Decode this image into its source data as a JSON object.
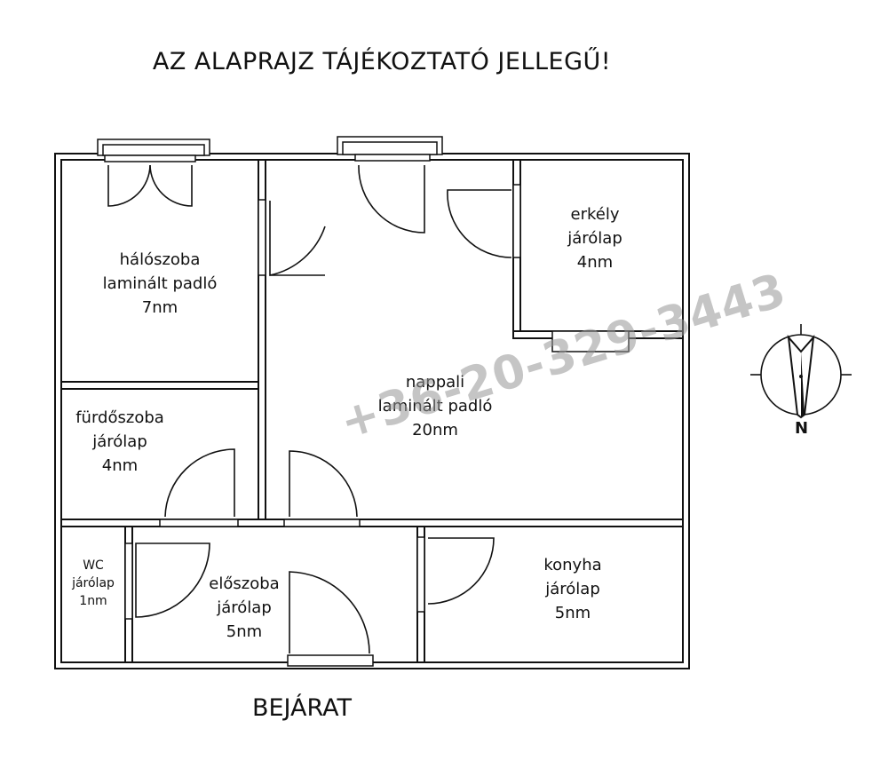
{
  "title": "AZ ALAPRAJZ TÁJÉKOZTATÓ JELLEGŰ!",
  "entrance_label": "BEJÁRAT",
  "watermark": "+36-20-329-3443",
  "compass": {
    "label": "N",
    "icon": "north-arrow-icon"
  },
  "rooms": {
    "haloszoba": {
      "name": "hálószoba",
      "floor": "laminált padló",
      "area": "7nm"
    },
    "furdoszoba": {
      "name": "fürdőszoba",
      "floor": "járólap",
      "area": "4nm"
    },
    "nappali": {
      "name": "nappali",
      "floor": "laminált padló",
      "area": "20nm"
    },
    "erkely": {
      "name": "erkély",
      "floor": "járólap",
      "area": "4nm"
    },
    "wc": {
      "name": "WC",
      "floor": "járólap",
      "area": "1nm"
    },
    "eloszoba": {
      "name": "előszoba",
      "floor": "járólap",
      "area": "5nm"
    },
    "konyha": {
      "name": "konyha",
      "floor": "járólap",
      "area": "5nm"
    }
  }
}
